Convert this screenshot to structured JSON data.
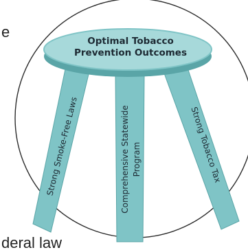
{
  "colors": {
    "stool": "#7fc4c6",
    "stool_edge": "#5aa5a7",
    "stool_top": "#a7d9da",
    "text": "#1d2a33",
    "circle": "#2b2b2b"
  },
  "fragments": {
    "top_left": "e",
    "bottom": "deral law"
  },
  "seat": {
    "line1": "Optimal Tobacco",
    "line2": "Prevention Outcomes"
  },
  "legs": {
    "left": "Strong Smoke-Free Laws",
    "center_line1": "Comprehensive Statewide",
    "center_line2": "Program",
    "right": "Strong Tobacco Tax"
  }
}
